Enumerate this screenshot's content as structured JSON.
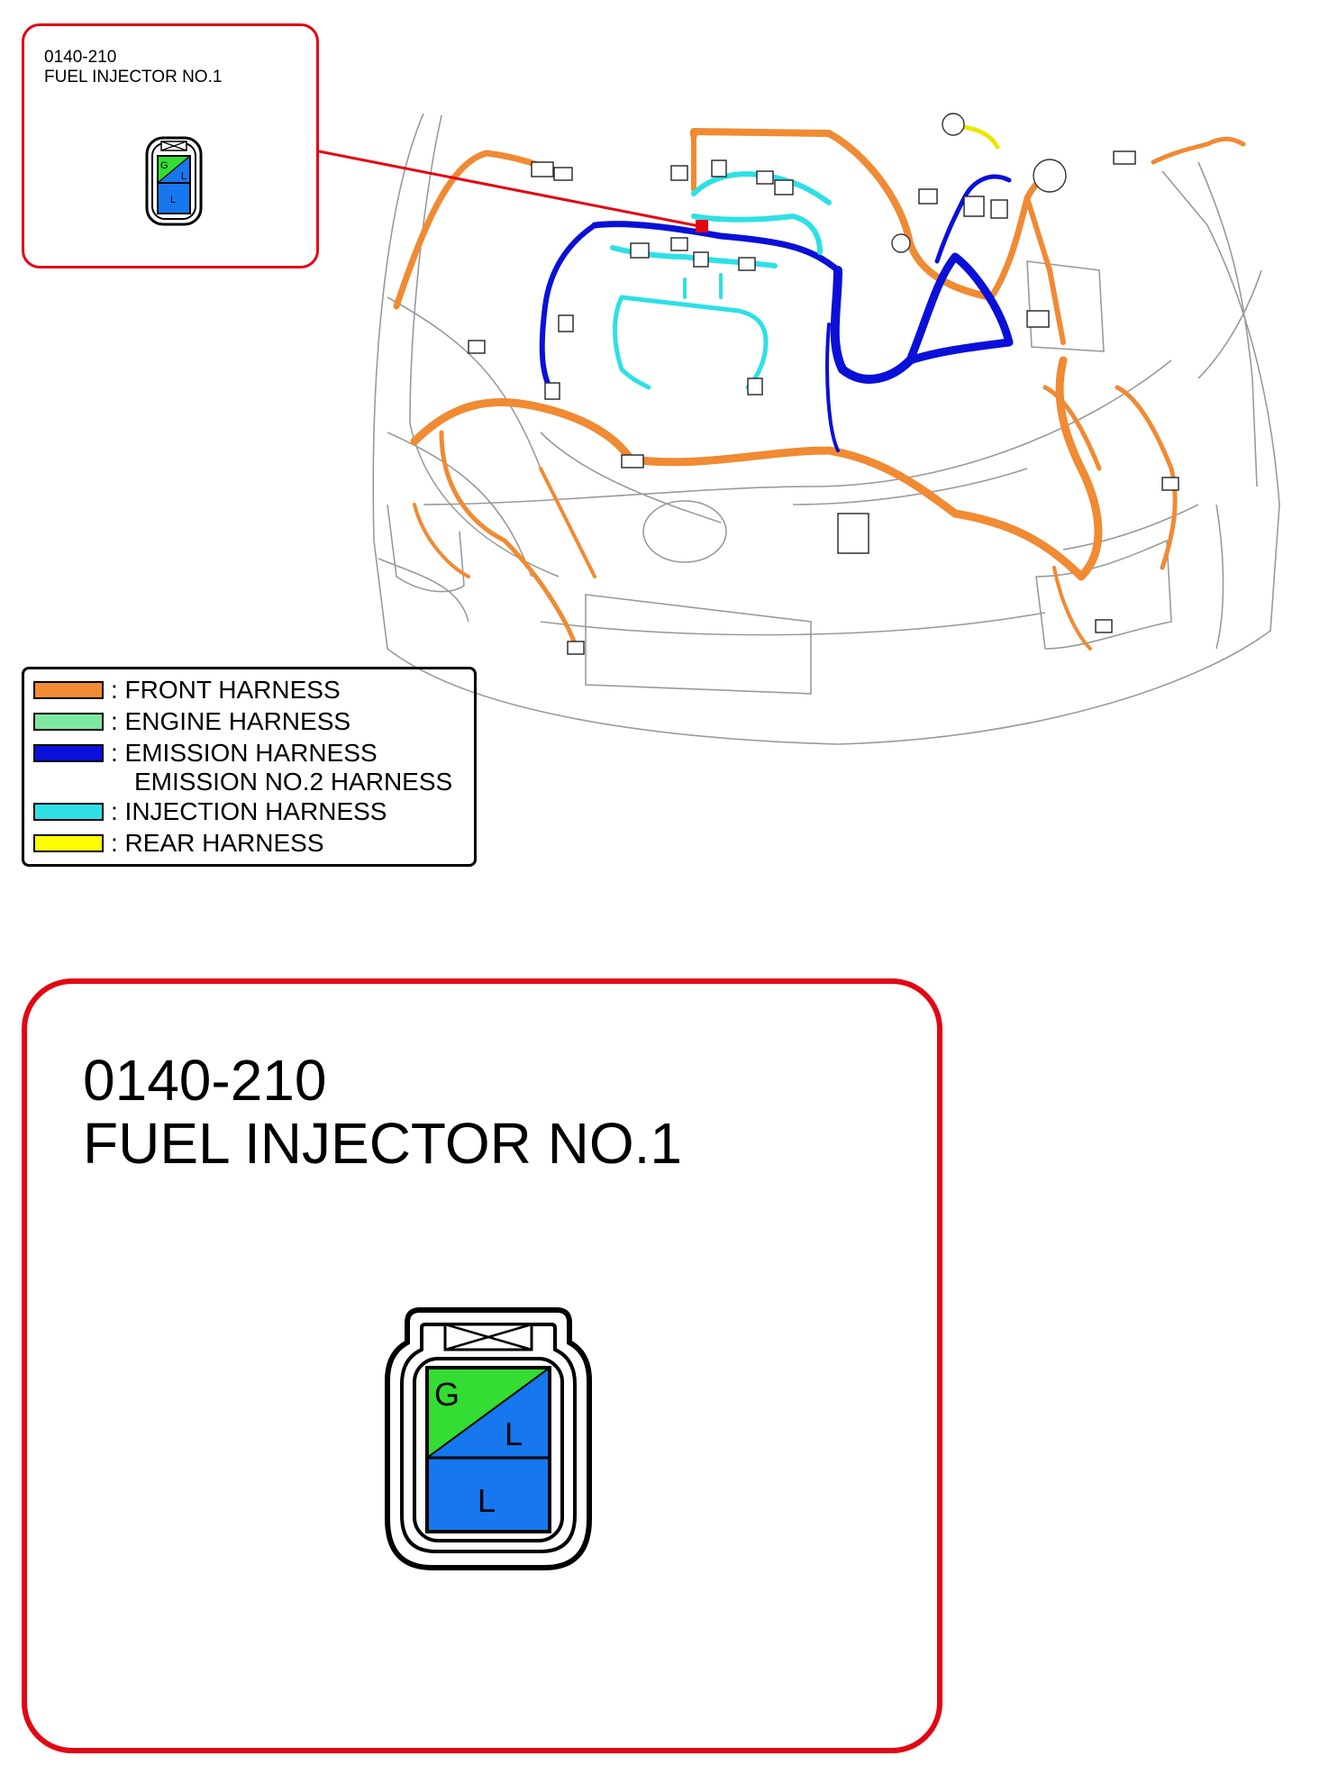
{
  "callout_small": {
    "code": "0140-210",
    "name": "FUEL INJECTOR NO.1"
  },
  "callout_large": {
    "code": "0140-210",
    "name": "FUEL INJECTOR NO.1"
  },
  "connector": {
    "pins": [
      {
        "label_top": "G",
        "label_bottom": "L",
        "colors": [
          "#33dd33",
          "#1677ee"
        ]
      },
      {
        "label": "L",
        "color": "#1677ee"
      }
    ]
  },
  "legend": {
    "items": [
      {
        "label": ": FRONT HARNESS",
        "color": "#f08a33"
      },
      {
        "label": ": ENGINE HARNESS",
        "color": "#7ee8a1"
      },
      {
        "label": ": EMISSION HARNESS",
        "label2": "EMISSION NO.2 HARNESS",
        "color": "#0a10d8"
      },
      {
        "label": ": INJECTION HARNESS",
        "color": "#2ee0e6"
      },
      {
        "label": ": REAR HARNESS",
        "color": "#ffff00"
      }
    ]
  },
  "colors": {
    "callout_border": "#e30613",
    "leader_line": "#e30613"
  }
}
